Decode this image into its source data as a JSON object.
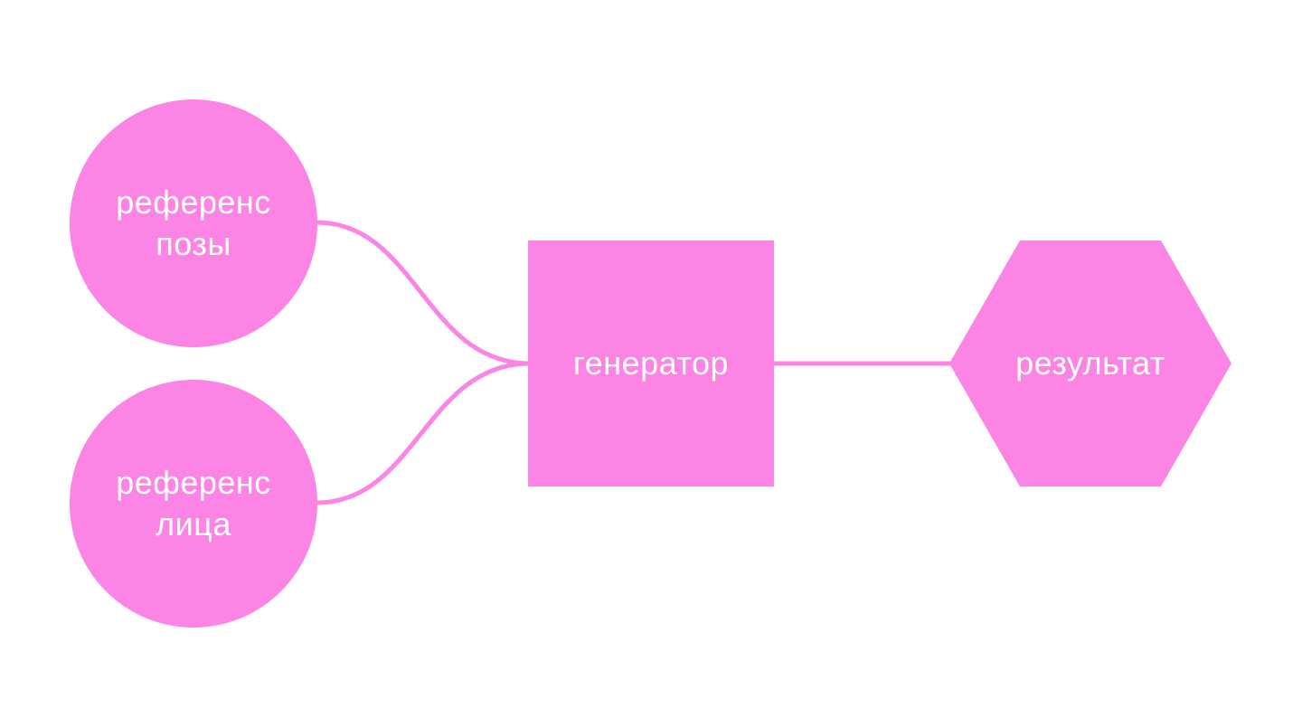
{
  "colors": {
    "node_fill": "#fb84e4",
    "edge_stroke": "#fb84e4",
    "text": "#ffffff",
    "background": "#ffffff"
  },
  "nodes": {
    "pose_reference": {
      "shape": "circle",
      "line1": "референс",
      "line2": "позы"
    },
    "face_reference": {
      "shape": "circle",
      "line1": "референс",
      "line2": "лица"
    },
    "generator": {
      "shape": "square",
      "label": "генератор"
    },
    "result": {
      "shape": "hexagon",
      "label": "результат"
    }
  },
  "edges": [
    {
      "from": "pose_reference",
      "to": "generator"
    },
    {
      "from": "face_reference",
      "to": "generator"
    },
    {
      "from": "generator",
      "to": "result"
    }
  ]
}
